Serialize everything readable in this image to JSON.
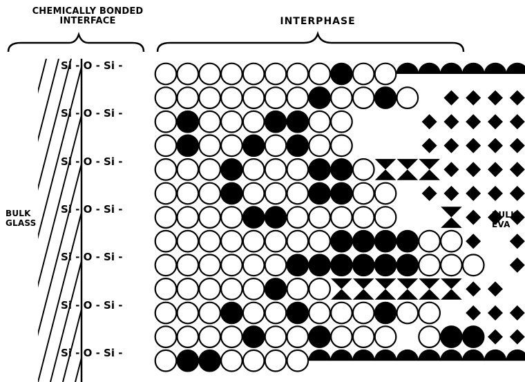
{
  "titles": {
    "interface_line1": "CHEMICALLY BONDED",
    "interface_line2": "INTERFACE",
    "interphase": "INTERPHASE"
  },
  "labels": {
    "bulk_glass_line1": "BULK",
    "bulk_glass_line2": "GLASS",
    "bulk_eva_line1": "BULK",
    "bulk_eva_line2": "EVA"
  },
  "bonds": [
    "Si - O - Si -",
    "Si - O - Si -",
    "Si - O - Si -",
    "Si - O - Si -",
    "Si - O - Si -",
    "Si - O - Si -",
    "Si - O - Si -"
  ],
  "colors": {
    "ink": "#000000",
    "paper": "#ffffff"
  },
  "grid": {
    "legend": [
      "O = open circle",
      "X = filled circle",
      "D = diamond",
      "T = half disc",
      "B = bowtie",
      ". = empty"
    ],
    "rows": [
      "OOOOOOOOXOOTTTTTT",
      "OOOOOOOXOOXO.DDDD",
      "OXOOOXXOO...DDDDD",
      "OXOOXOXOO...DDDDD",
      "OOOXOOOXXOBBBDDDD",
      "OOOXOOOXXOO.DDDDD",
      "OOOOXXOOOOO..BDDD",
      "OOOOOOOOXXXXOOD.D",
      "OOOOOOXXXXXXOOO.D",
      "OOOOOXOOBBBBBBDD.",
      "OOOXOOXOOOXOO.DDD",
      "OOOOXOOXOOO.OXXDD",
      "OXXOOOOTTTTTTTTTT"
    ]
  }
}
